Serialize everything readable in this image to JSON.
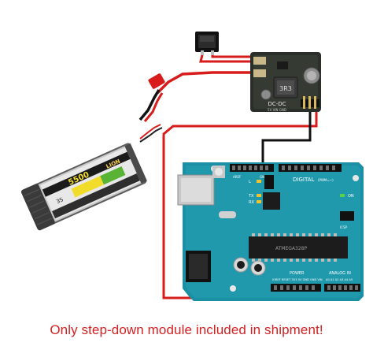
{
  "caption": "Only step-down module included in shipment!",
  "battery": {
    "capacity_text": "5500",
    "brand_text": "LION",
    "cell_text": "3S"
  },
  "module": {
    "label": "DC-DC",
    "inductor_code": "3R3",
    "pins_label": "5V VIN GND"
  },
  "arduino": {
    "digital_label": "DIGITAL",
    "digital_sub": "(PWM=~)",
    "aref_label": "AREF",
    "gnd_label": "GND",
    "power_label": "POWER",
    "power_pins": "IOREF RESET 3V3 5V GND GND VIN",
    "analog_label": "ANALOG IN",
    "analog_pins": "A0 A1 A2 A3 A4 A5",
    "tx_label": "TX",
    "rx_label": "RX",
    "l_label": "L",
    "on_label": "ON",
    "reset_label": "RESET",
    "icsp_label": "ICSP",
    "chip_label": "ATMEGA328P"
  },
  "colors": {
    "wire_red": "#d81b1b",
    "wire_black": "#111111",
    "board_teal": "#1b8fa3",
    "pcb_dark": "#2b2f2a",
    "caption_red": "#d42020"
  }
}
